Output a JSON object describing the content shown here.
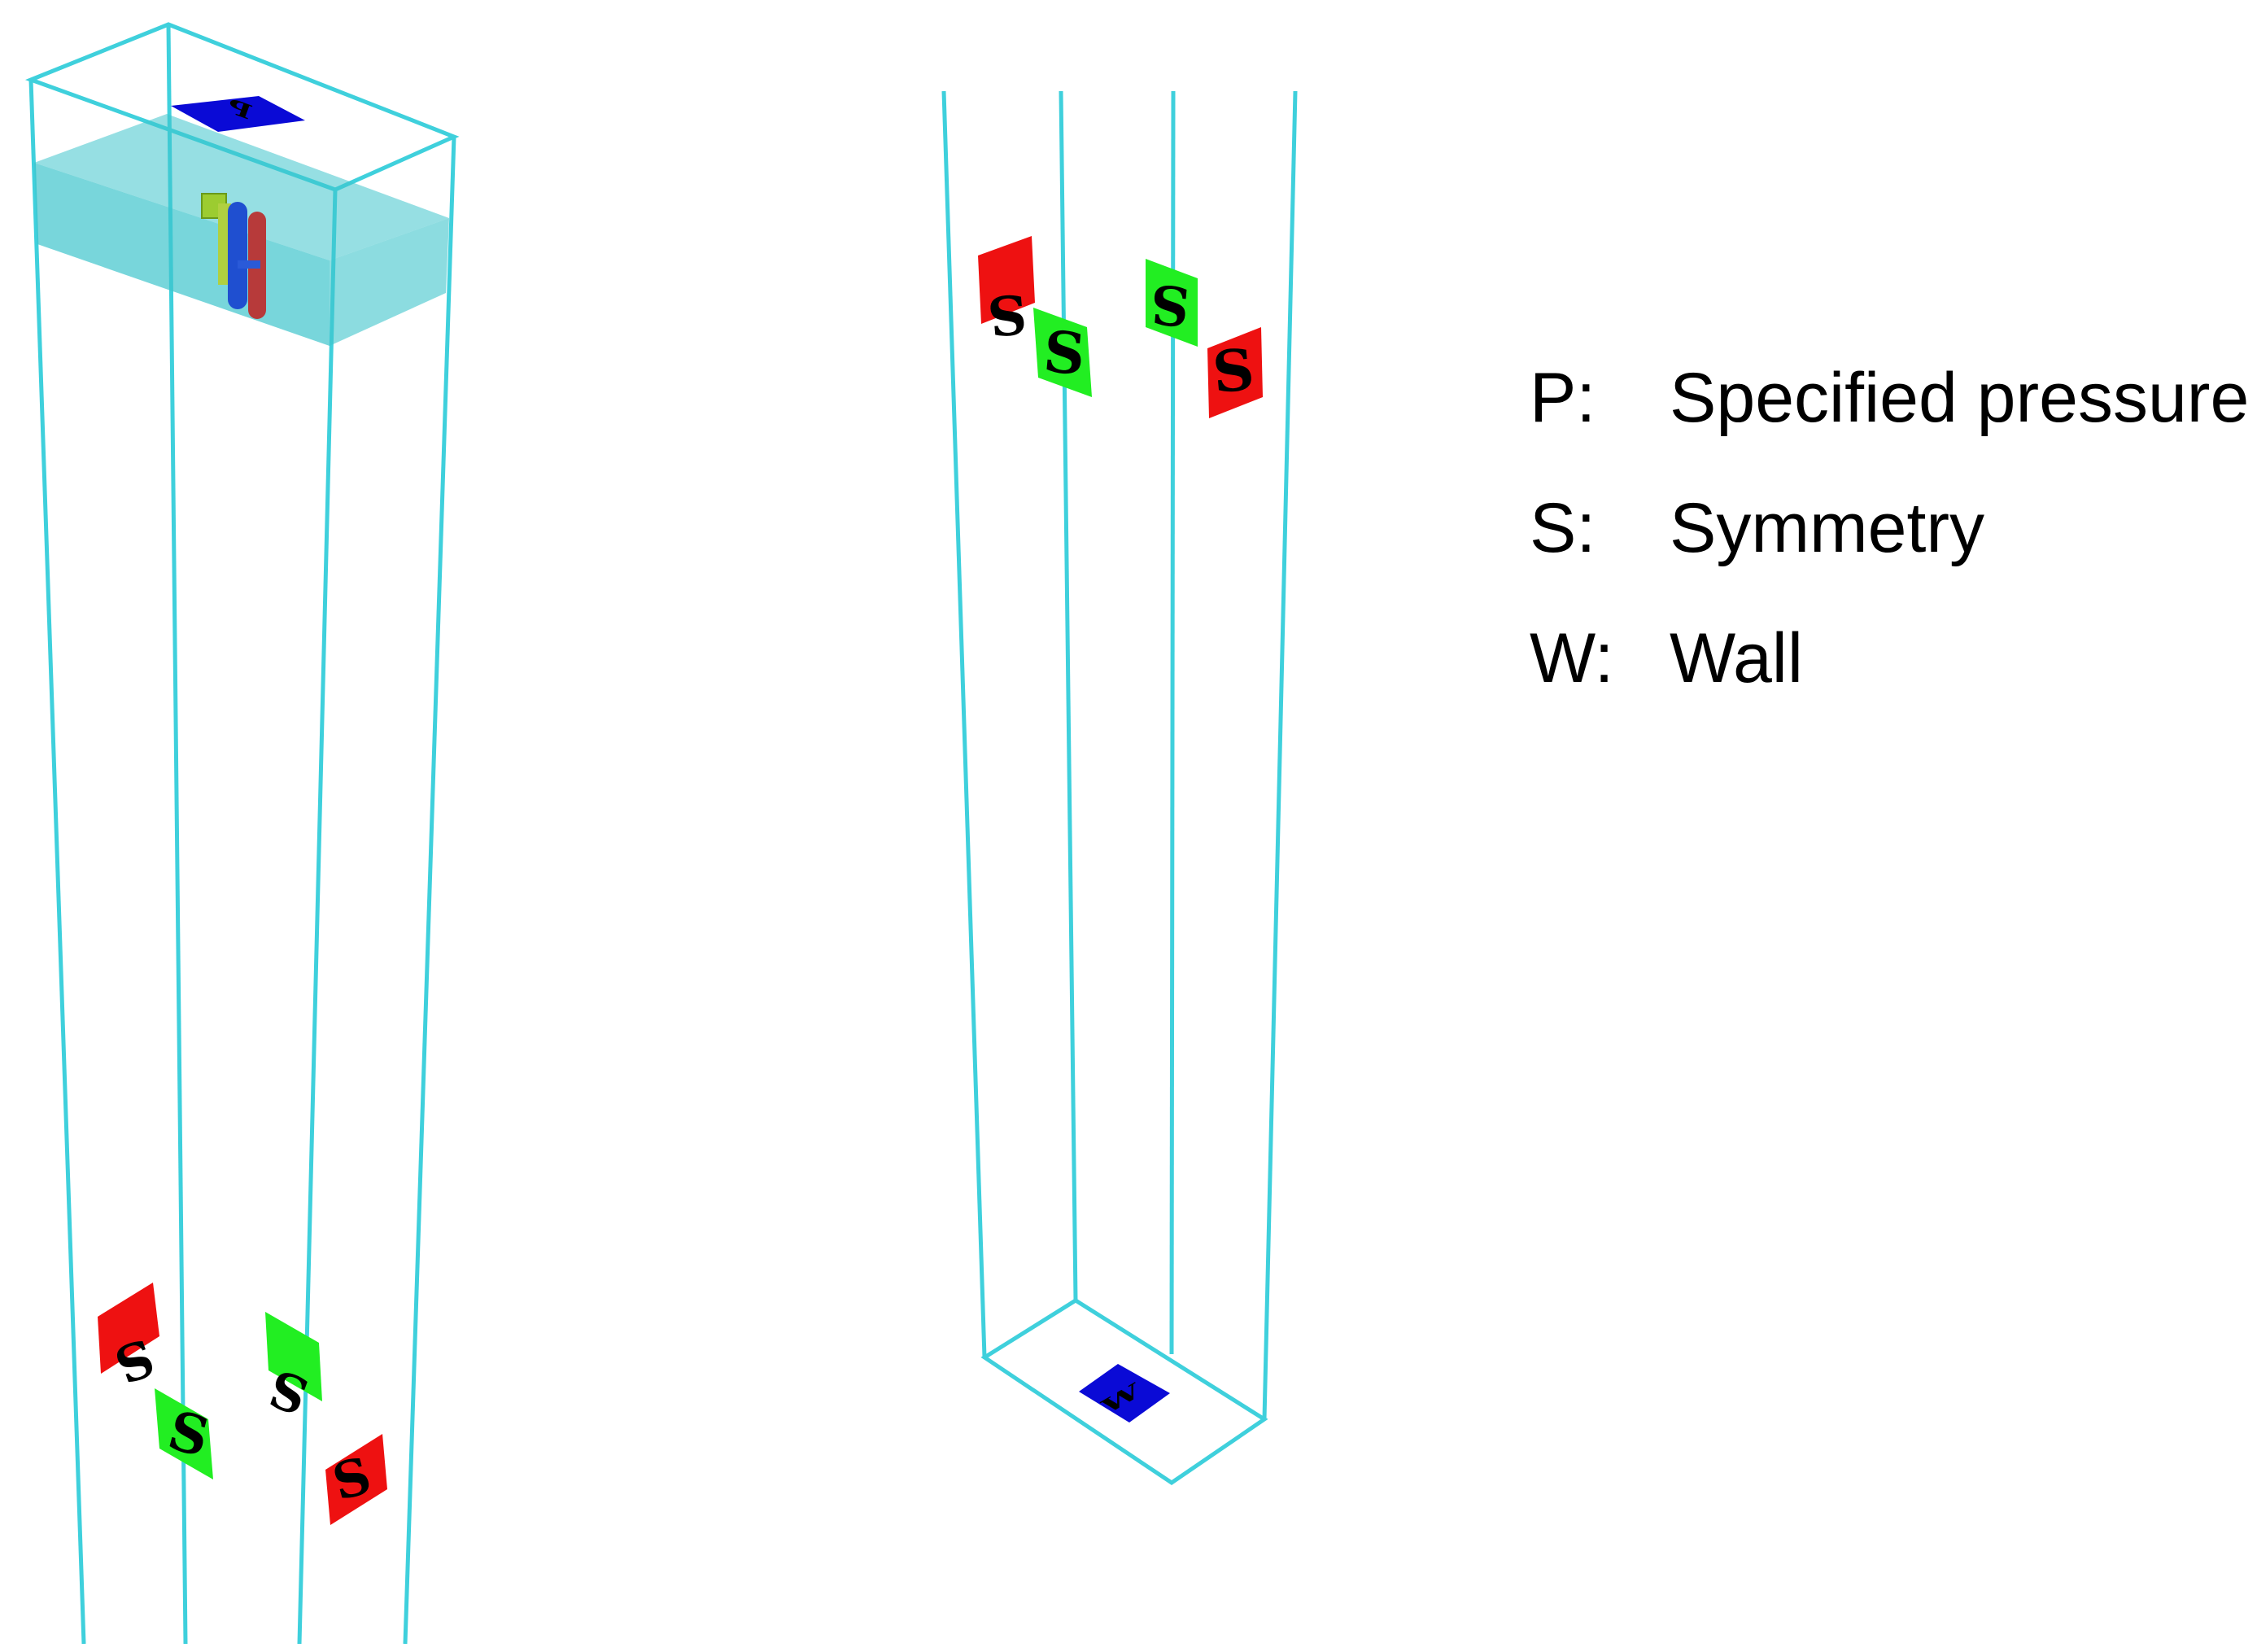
{
  "colors": {
    "outline": "#3fd0dc",
    "fan_block_fill": "#3fc4cc",
    "pressure_tag": "#0a0ad6",
    "wall_tag": "#0a0ad6",
    "symmetry_green": "#22ee22",
    "symmetry_red": "#ee1111",
    "tag_text": "#000000"
  },
  "left_model": {
    "top_tag": "P",
    "bottom_tags": [
      "S",
      "S",
      "S",
      "S"
    ]
  },
  "right_model": {
    "top_tags": [
      "S",
      "S",
      "S",
      "S"
    ],
    "bottom_tag": "W"
  },
  "legend": {
    "items": [
      {
        "key": "P:",
        "desc": "Specified pressure"
      },
      {
        "key": "S:",
        "desc": "Symmetry"
      },
      {
        "key": "W:",
        "desc": "Wall"
      }
    ]
  }
}
